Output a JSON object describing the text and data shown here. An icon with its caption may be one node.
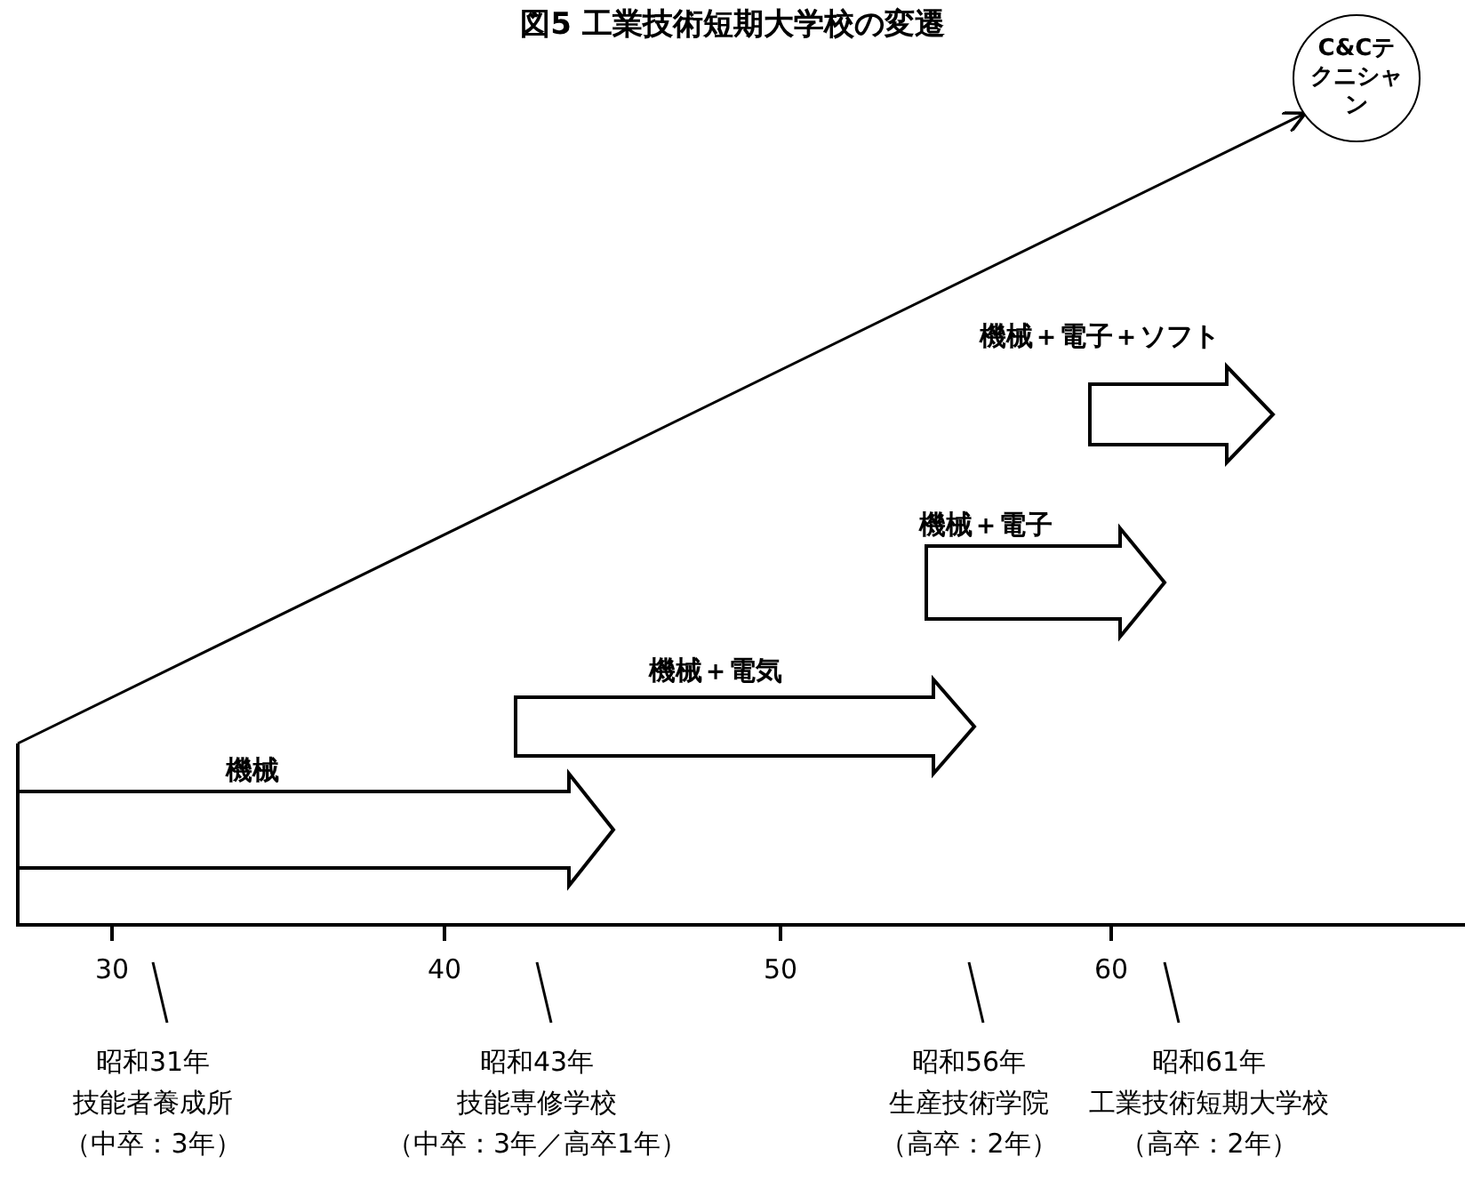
{
  "diagram": {
    "title": "図5 工業技術短期大学校の変遷",
    "nodes": [
      {
        "text": [
          "機械"
        ]
      },
      {
        "text": [
          "機械＋電気"
        ]
      },
      {
        "text": [
          "機械＋電子"
        ]
      },
      {
        "text": [
          "機械＋電子＋ソフト"
        ]
      },
      {
        "text": [
          "C&Cテクニシャン"
        ]
      }
    ],
    "edges": [
      {
        "from": null,
        "to": 4,
        "arrow": "to"
      }
    ],
    "labels": [
      "30",
      "40",
      "50",
      "60",
      "昭和31年",
      "技能者養成所",
      "（中卒：3年）",
      "昭和43年",
      "技能専修学校",
      "（中卒：3年／高卒1年）",
      "昭和56年",
      "生産技術学院",
      "（高卒：2年）",
      "昭和61年",
      "工業技術短期大学校",
      "（高卒：2年）"
    ]
  }
}
